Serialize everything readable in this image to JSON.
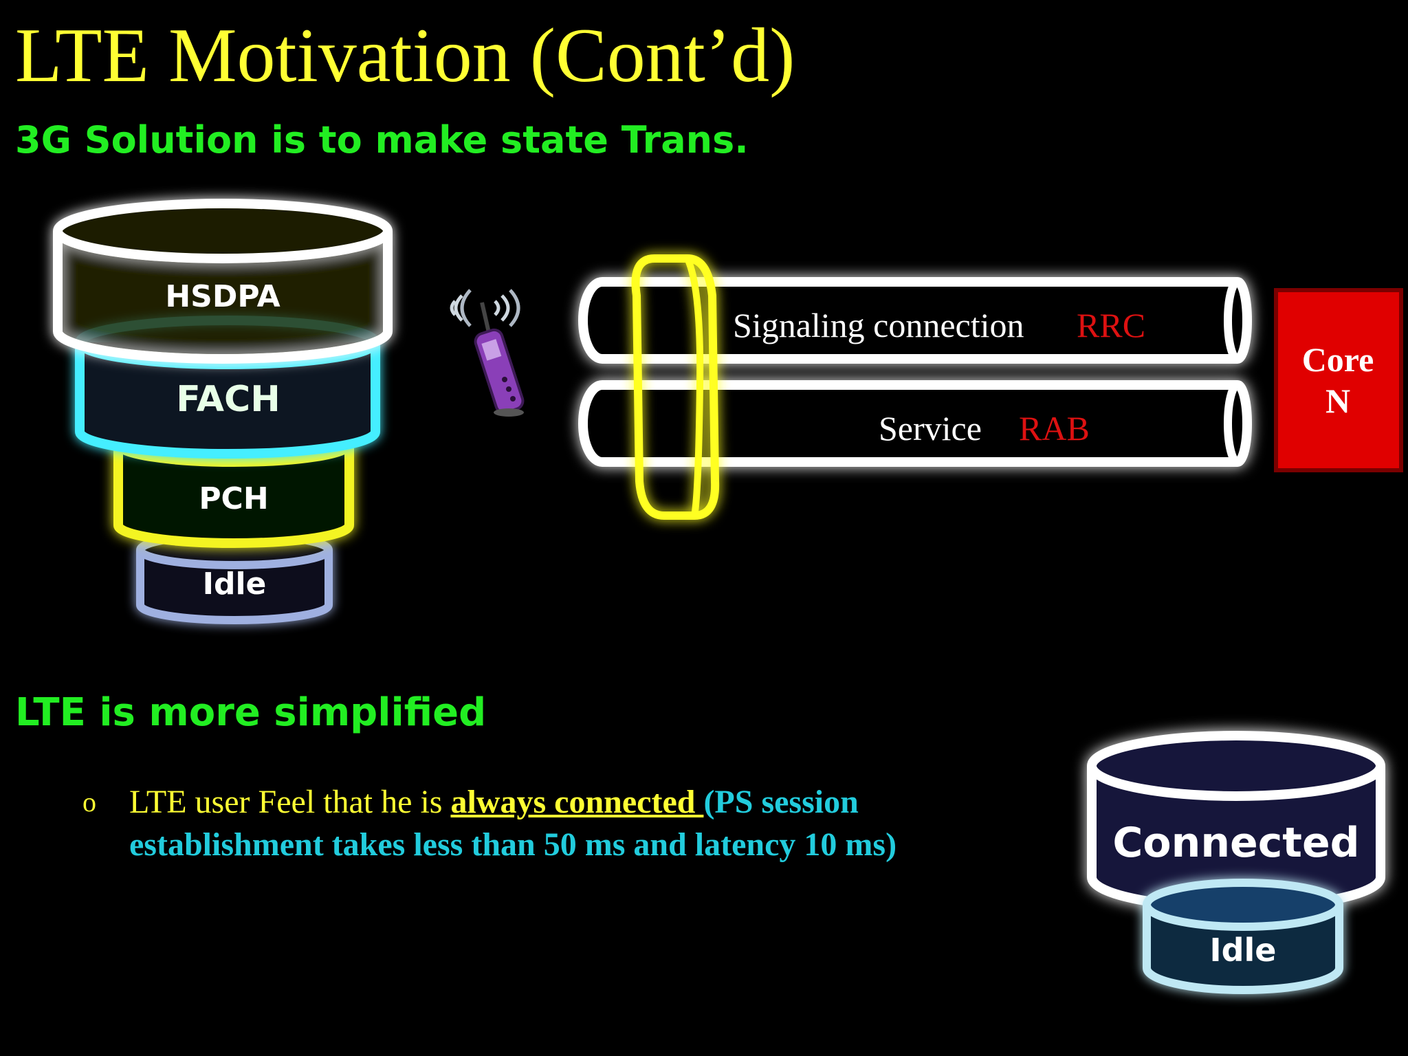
{
  "title": "LTE Motivation (Cont’d)",
  "subtitle": "3G Solution is to make state Trans.",
  "states_3g": [
    "HSDPA",
    "FACH",
    "PCH",
    "Idle"
  ],
  "pipes": {
    "signaling_label": "Signaling connection",
    "signaling_tag": "RRC",
    "service_label": "Service",
    "service_tag": "RAB"
  },
  "core": {
    "line1": "Core",
    "line2": "N"
  },
  "section2": "LTE is more simplified",
  "bullet": {
    "mark": "o",
    "lead": "LTE user Feel that he is ",
    "emphasis": "always connected ",
    "tail": "(PS session establishment takes less than 50 ms  and latency 10 ms)"
  },
  "states_lte": [
    "Connected",
    "Idle"
  ],
  "colors": {
    "title": "#ffff33",
    "heading": "#22ee22",
    "tag_red": "#dd1111",
    "core_box": "#e00000",
    "tail_cyan": "#22ccdd"
  }
}
